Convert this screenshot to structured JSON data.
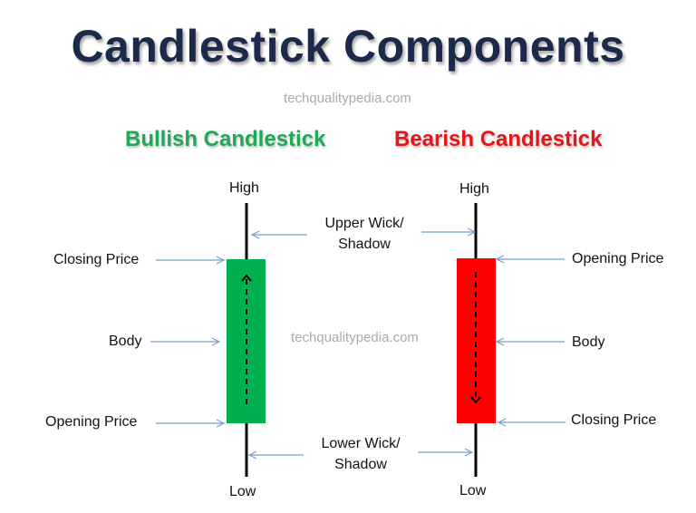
{
  "title": "Candlestick Components",
  "watermark_top": "techqualitypedia.com",
  "watermark_center": "techqualitypedia.com",
  "bullish": {
    "heading": "Bullish Candlestick",
    "color": "#00b050",
    "labels": {
      "high": "High",
      "low": "Low",
      "top_of_body": "Closing Price",
      "body": "Body",
      "bottom_of_body": "Opening Price"
    },
    "direction": "up"
  },
  "bearish": {
    "heading": "Bearish Candlestick",
    "color": "#ff0000",
    "labels": {
      "high": "High",
      "low": "Low",
      "top_of_body": "Opening Price",
      "body": "Body",
      "bottom_of_body": "Closing Price"
    },
    "direction": "down"
  },
  "shared_labels": {
    "upper_wick_line1": "Upper Wick/",
    "upper_wick_line2": "Shadow",
    "lower_wick_line1": "Lower Wick/",
    "lower_wick_line2": "Shadow"
  },
  "colors": {
    "title": "#1b2a4a",
    "bullish_heading": "#1fa855",
    "bearish_heading": "#e3161b",
    "arrow": "#7a9cc6",
    "wick": "#000000"
  }
}
